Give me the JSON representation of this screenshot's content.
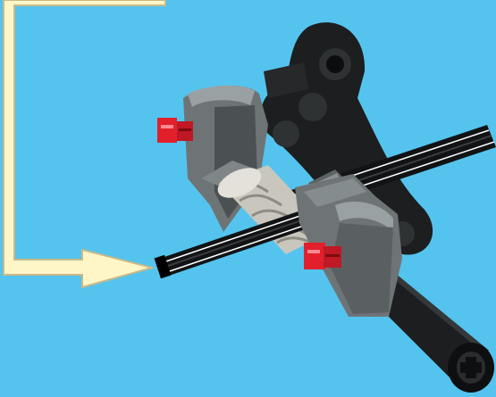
{
  "colors": {
    "background": "#54c4ee",
    "arrow_fill": "#fff6c8",
    "arrow_outline": "#c9b98a",
    "dark_grey": "#4b5153",
    "mid_grey": "#6e7476",
    "light_grey": "#9aa1a3",
    "black_part": "#1c1e1f",
    "axle": "#111314",
    "red_connector": "#e2202c",
    "worm_gear": "#c9c6be"
  },
  "parts": [
    {
      "name": "instruction-arrow",
      "icon": "arrow-right-icon"
    },
    {
      "name": "black-liftarm",
      "icon": "liftarm-icon"
    },
    {
      "name": "front-axle",
      "icon": "axle-icon"
    },
    {
      "name": "rear-axle",
      "icon": "axle-icon"
    },
    {
      "name": "worm-gear",
      "icon": "worm-gear-icon"
    },
    {
      "name": "red-connector-pin",
      "icon": "pin-icon"
    },
    {
      "name": "grey-bracket",
      "icon": "bracket-icon"
    },
    {
      "name": "black-axle-joiner",
      "icon": "joiner-icon"
    }
  ]
}
